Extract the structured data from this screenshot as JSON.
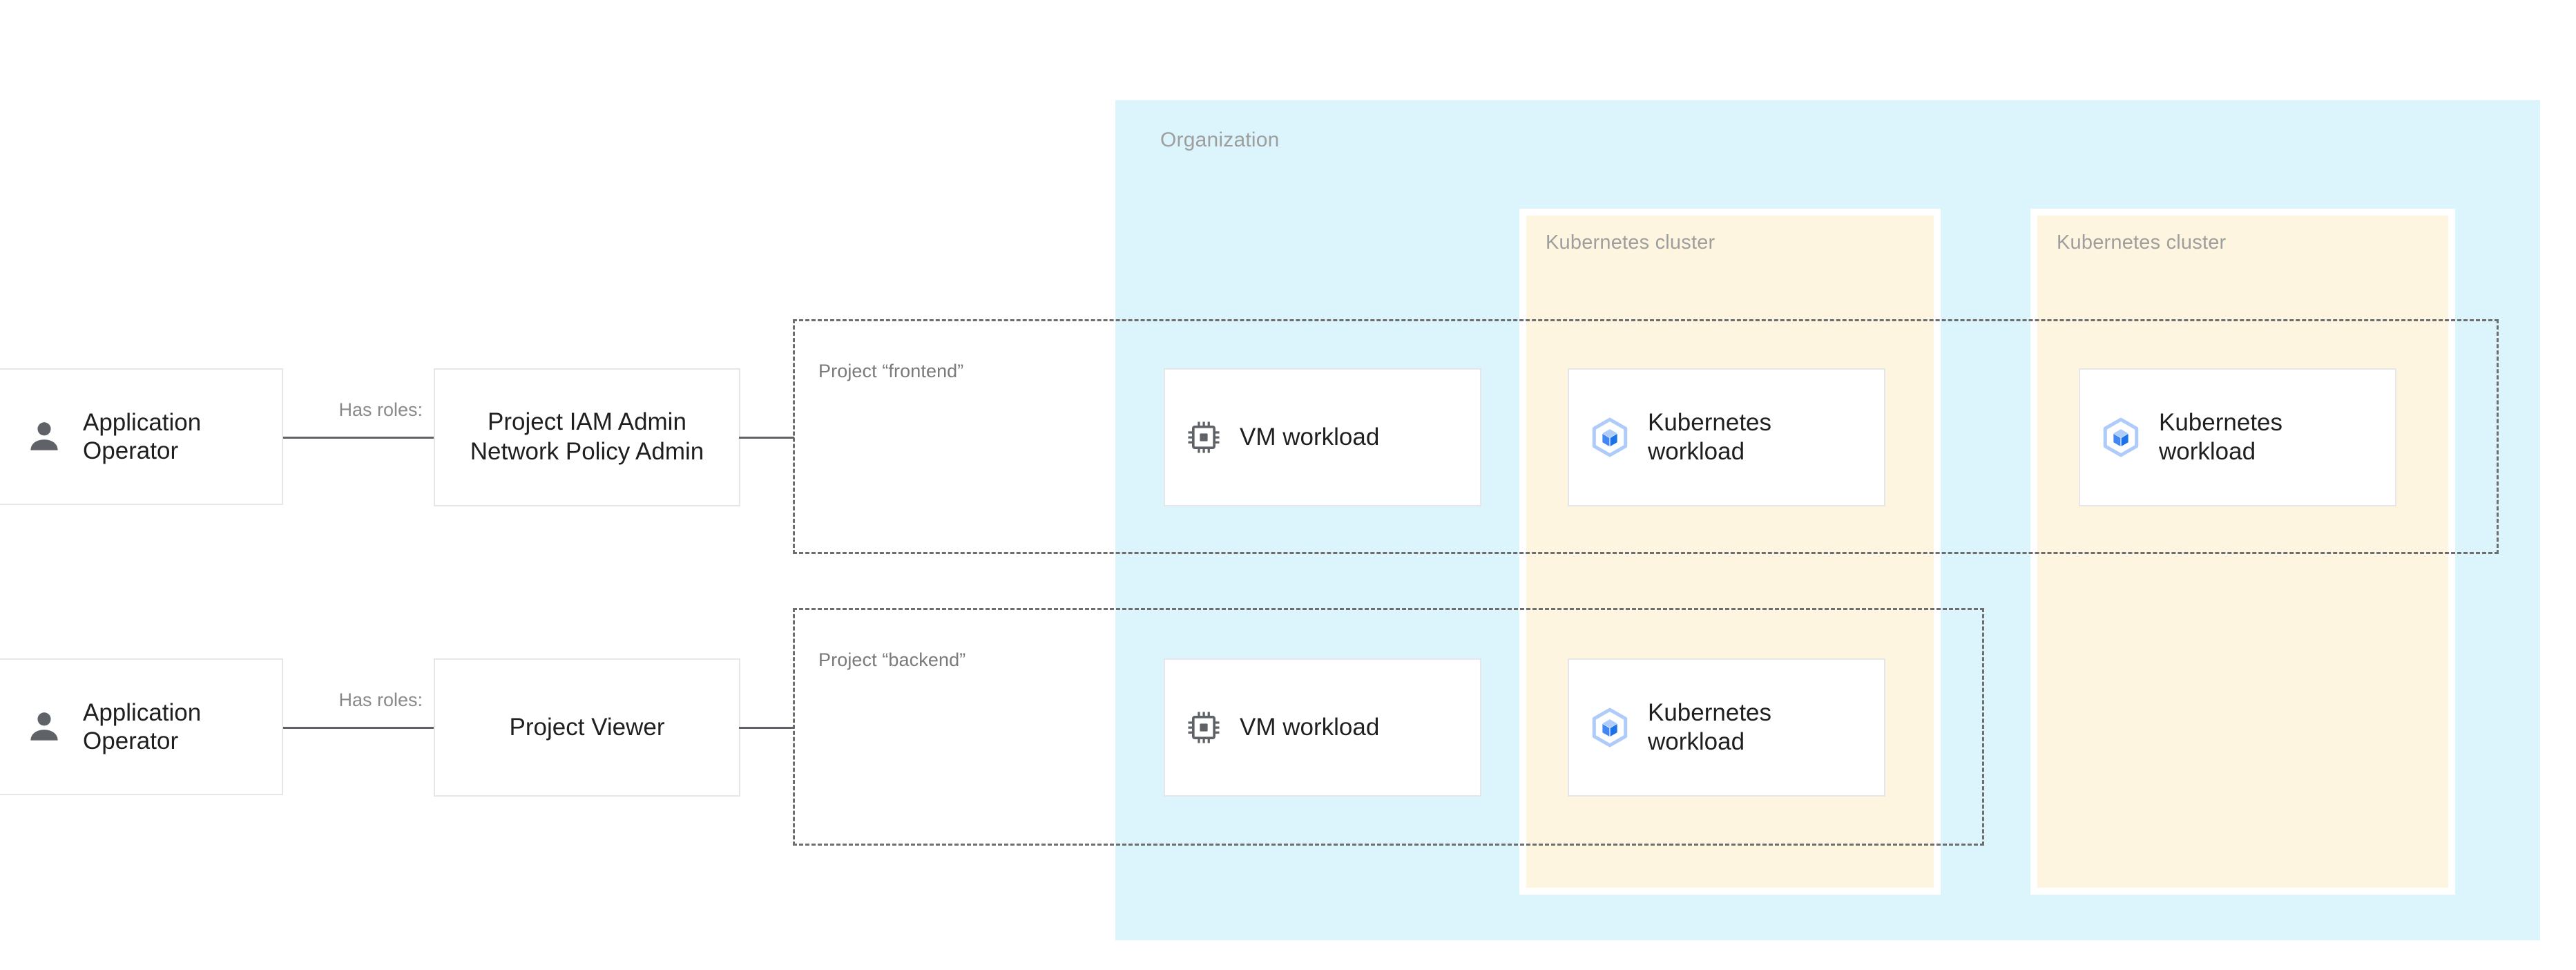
{
  "organization": {
    "label": "Organization",
    "bg_color": "#DCF5FC"
  },
  "clusters": [
    {
      "label": "Kubernetes cluster",
      "bg_color": "#FDF5E0"
    },
    {
      "label": "Kubernetes cluster",
      "bg_color": "#FDF5E0"
    }
  ],
  "projects": [
    {
      "label": "Project “frontend”"
    },
    {
      "label": "Project “backend”"
    }
  ],
  "rows": [
    {
      "actor": {
        "label": "Application Operator",
        "icon": "person-icon"
      },
      "relation": "Has roles:",
      "role": {
        "label": "Project IAM Admin Network Policy Admin"
      }
    },
    {
      "actor": {
        "label": "Application Operator",
        "icon": "person-icon"
      },
      "relation": "Has roles:",
      "role": {
        "label": "Project Viewer"
      }
    }
  ],
  "workloads": {
    "vm_frontend": {
      "label": "VM workload",
      "icon": "cpu-chip-icon"
    },
    "k8s_frontend_1": {
      "label": "Kubernetes workload",
      "icon": "kubernetes-cube-icon"
    },
    "k8s_frontend_2": {
      "label": "Kubernetes workload",
      "icon": "kubernetes-cube-icon"
    },
    "vm_backend": {
      "label": "VM workload",
      "icon": "cpu-chip-icon"
    },
    "k8s_backend_1": {
      "label": "Kubernetes workload",
      "icon": "kubernetes-cube-icon"
    }
  },
  "colors": {
    "org_fill": "#DCF5FC",
    "cluster_fill": "#FDF5E0",
    "card_border": "#E4E6E8",
    "connector": "#5F6368",
    "icon_gray": "#5F6368",
    "k8s_blue": "#4285F4",
    "k8s_light_blue": "#AECBFA",
    "text_primary": "#1F1F1F",
    "text_muted": "#9E9E9E"
  }
}
